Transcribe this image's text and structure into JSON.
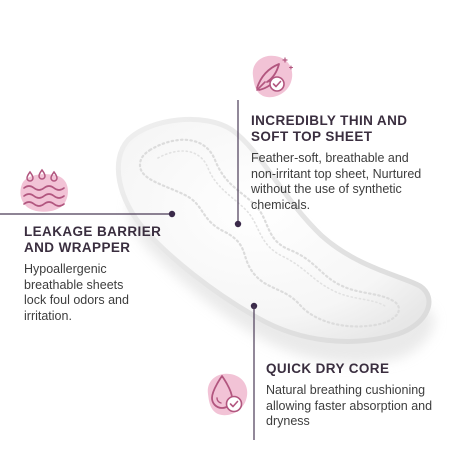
{
  "features": {
    "thin_top_sheet": {
      "icon": "feather-check-icon",
      "title_line1": "INCREDIBLY THIN AND",
      "title_line2": "SOFT TOP SHEET",
      "desc_line1": "Feather-soft, breathable and",
      "desc_line2": "non-irritant top sheet, Nurtured",
      "desc_line3": "without the use of synthetic",
      "desc_line4": "chemicals."
    },
    "leakage_barrier": {
      "icon": "liquid-waves-icon",
      "title_line1": "LEAKAGE BARRIER",
      "title_line2": "AND WRAPPER",
      "desc_line1": "Hypoallergenic",
      "desc_line2": "breathable sheets",
      "desc_line3": "lock foul odors and",
      "desc_line4": "irritation."
    },
    "quick_dry": {
      "icon": "droplet-check-icon",
      "title": "QUICK DRY CORE",
      "desc_line1": "Natural breathing cushioning",
      "desc_line2": "allowing faster absorption and",
      "desc_line3": "dryness"
    }
  },
  "colors": {
    "accent_pink": "#f2c3d6",
    "icon_stroke": "#b2567f",
    "pointer_dot": "#3b2a4a",
    "pointer_line": "#4a3a56",
    "heading": "#3a2e3f",
    "body_text": "#3d3d3d"
  }
}
